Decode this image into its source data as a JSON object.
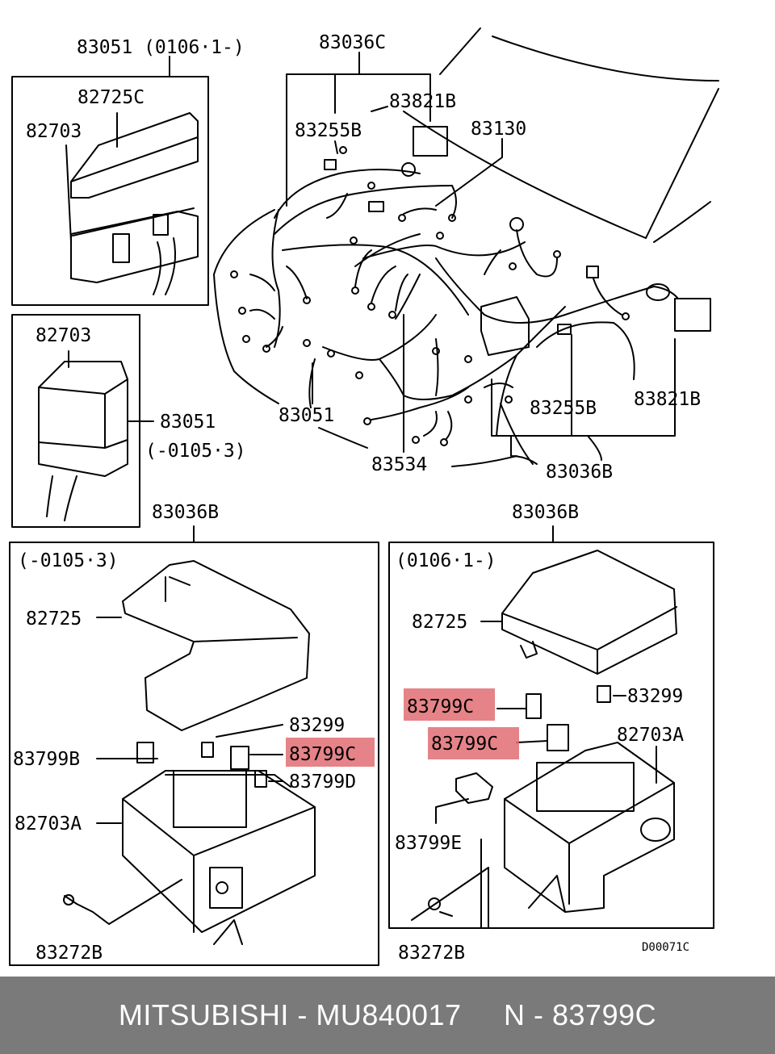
{
  "labels": {
    "top_left_box_title": "83051 (0106·1-)",
    "tl_cover": "82725C",
    "tl_box": "82703",
    "ml_box": "82703",
    "ml_harness": "83051",
    "ml_range": "(-0105·3)",
    "harness_top": "83036C",
    "relay_top": "83821B",
    "clip_top": "83255B",
    "harness_right": "83130",
    "harness_left": "83051",
    "harness_center": "83534",
    "clip_right": "83255B",
    "relay_right": "83821B",
    "harness_bottom": "83036B",
    "bl_title": "83036B",
    "bl_range": "(-0105·3)",
    "bl_cover": "82725",
    "bl_fuse_small": "83299",
    "bl_relay_hl": "83799C",
    "bl_relay_b": "83799B",
    "bl_relay_d": "83799D",
    "bl_box": "82703A",
    "bl_bolt": "83272B",
    "br_title": "83036B",
    "br_range": "(0106·1-)",
    "br_cover": "82725",
    "br_relay_hl1": "83799C",
    "br_fuse_small": "83299",
    "br_relay_hl2": "83799C",
    "br_box": "82703A",
    "br_relay_e": "83799E",
    "br_bolt": "83272B",
    "drawing_code": "D00071C"
  },
  "colors": {
    "highlight": "#e06d73",
    "footer_bg": "#7a7a7a",
    "footer_text": "#ffffff",
    "line": "#000000"
  },
  "footer": {
    "text": "MITSUBISHI - MU840017     N - 83799C"
  }
}
